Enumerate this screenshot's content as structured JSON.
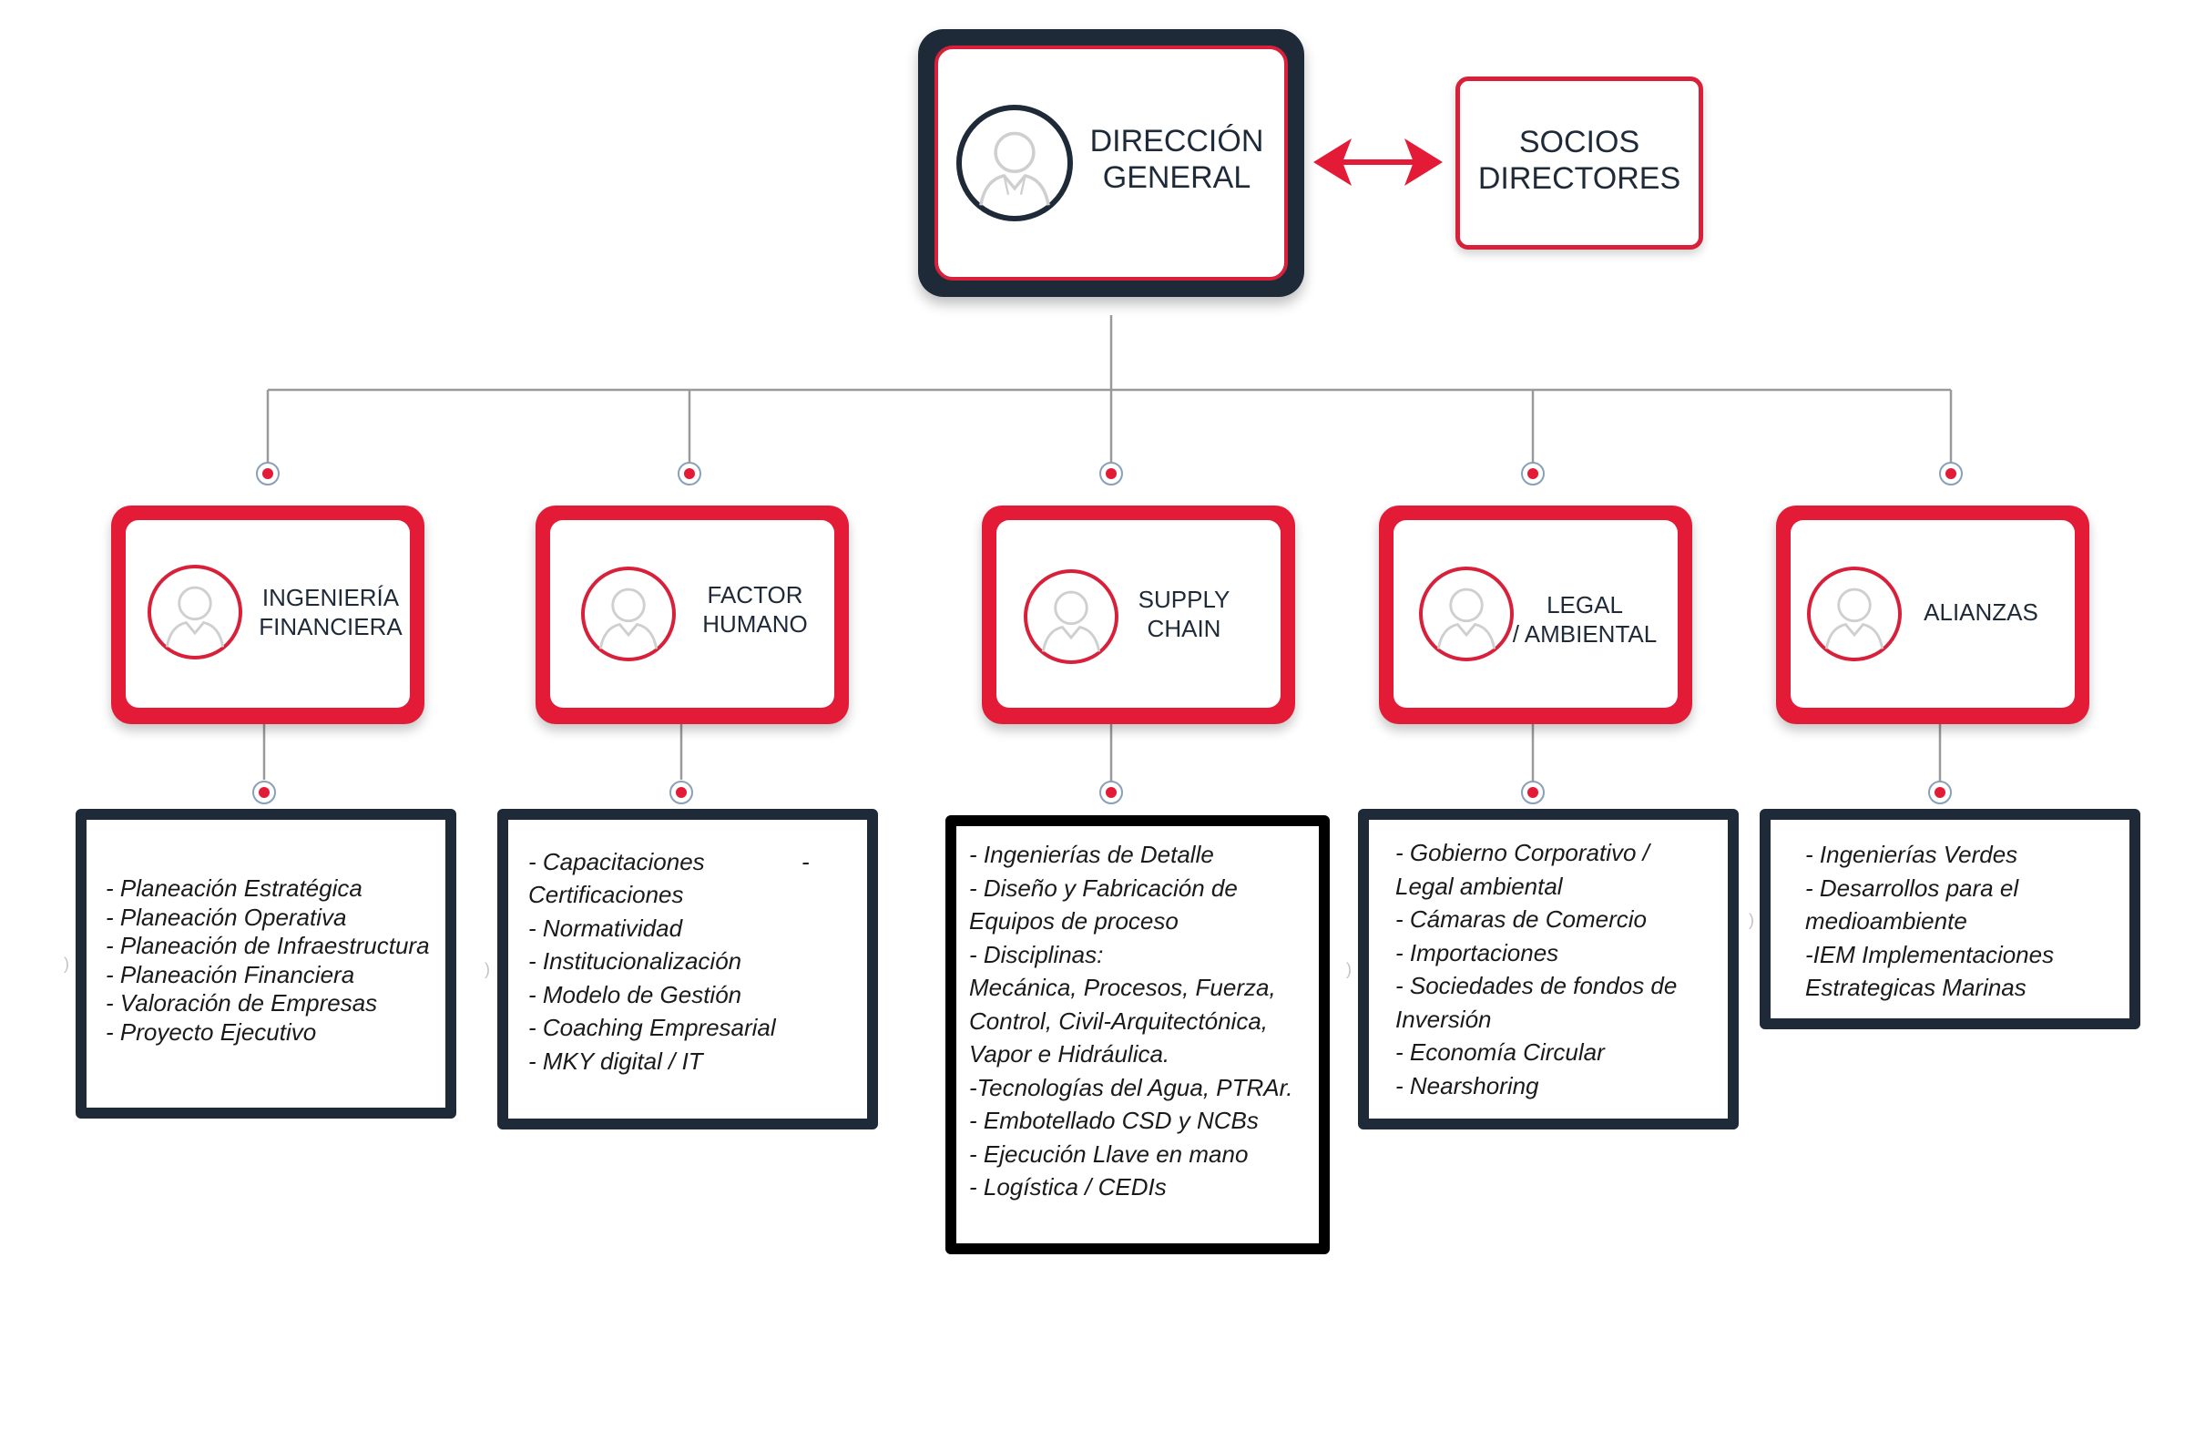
{
  "direccion": {
    "line1": "DIRECCIÓN",
    "line2": "GENERAL"
  },
  "socios": {
    "line1": "SOCIOS",
    "line2": "DIRECTORES"
  },
  "departments": [
    {
      "line1": "INGENIERÍA",
      "line2": "FINANCIERA",
      "items": [
        "- Planeación Estratégica",
        "- Planeación Operativa",
        "- Planeación de Infraestructura",
        "- Planeación Financiera",
        "- Valoración de Empresas",
        "- Proyecto Ejecutivo"
      ]
    },
    {
      "line1": "FACTOR",
      "line2": "HUMANO",
      "items": [
        "- Capacitaciones",
        "-",
        "Certificaciones",
        "- Normatividad",
        "- Institucionalización",
        "- Modelo de Gestión",
        "- Coaching Empresarial",
        "- MKY digital / IT"
      ]
    },
    {
      "line1": "SUPPLY",
      "line2": "CHAIN",
      "items": [
        "- Ingenierías de Detalle",
        "- Diseño y Fabricación de",
        "Equipos de proceso",
        "- Disciplinas:",
        "Mecánica, Procesos, Fuerza,",
        "Control, Civil-Arquitectónica,",
        "Vapor e Hidráulica.",
        "-Tecnologías del Agua, PTRAr.",
        "- Embotellado CSD y NCBs",
        "- Ejecución Llave en mano",
        "- Logística / CEDIs"
      ]
    },
    {
      "line1": "LEGAL",
      "line2": "/ AMBIENTAL",
      "items": [
        "- Gobierno Corporativo /",
        "Legal ambiental",
        "- Cámaras de Comercio",
        "- Importaciones",
        "- Sociedades de fondos de",
        "Inversión",
        "- Economía Circular",
        "- Nearshoring"
      ]
    },
    {
      "line1": "ALIANZAS",
      "line2": "",
      "items": [
        "- Ingenierías Verdes",
        "- Desarrollos para el",
        "medioambiente",
        "-IEM Implementaciones",
        "Estrategicas Marinas"
      ]
    }
  ],
  "side_marks": [
    ")",
    ")",
    ")",
    ")"
  ],
  "colors": {
    "accent_red": "#e31b37",
    "navy": "#1f2a38",
    "connector_gray": "#9a9a9a"
  },
  "icons": {
    "person": "person-avatar-icon",
    "arrow": "double-arrow-icon",
    "node": "node-dot-icon"
  }
}
